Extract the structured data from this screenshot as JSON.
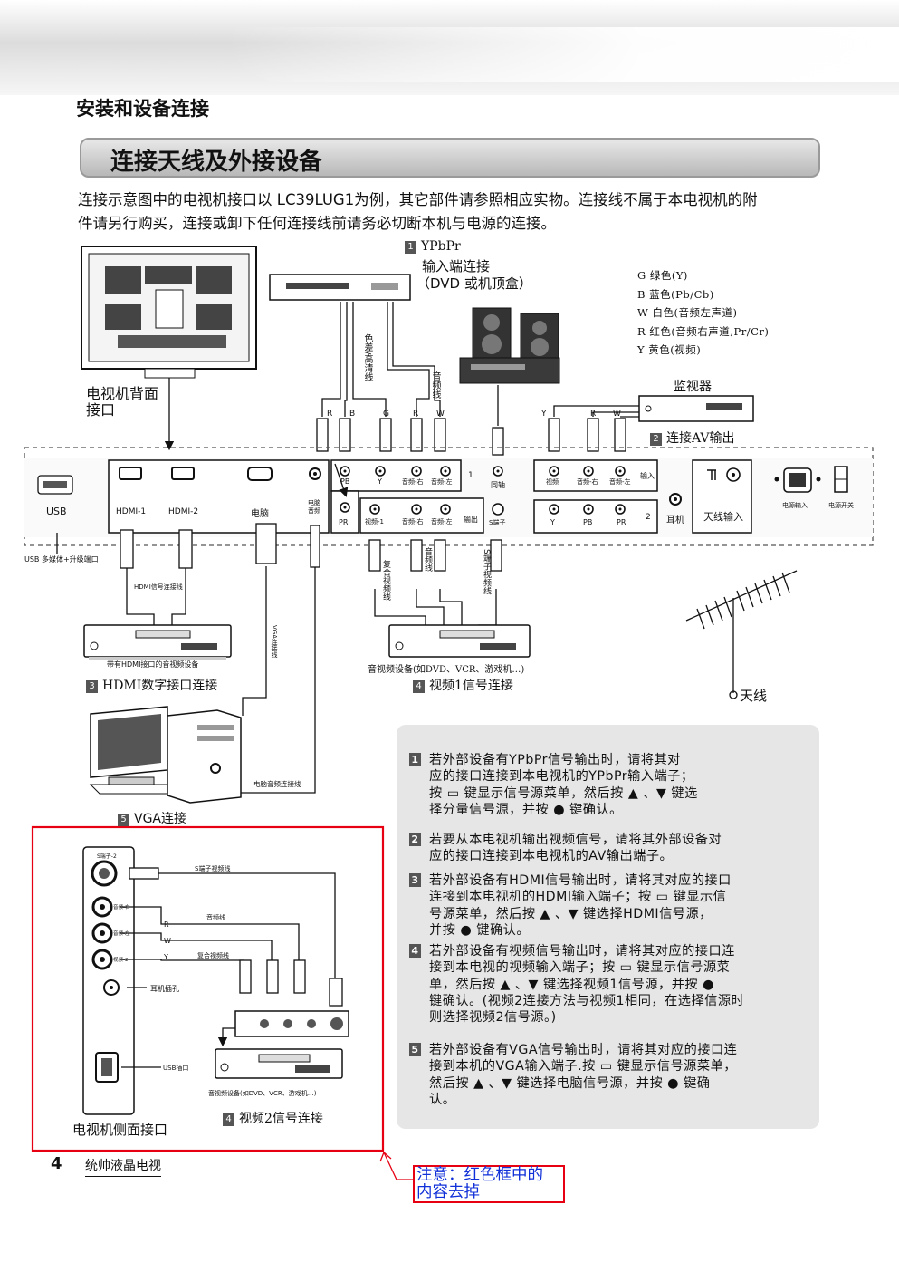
{
  "header": {
    "section": "安装和设备连接",
    "title": "连接天线及外接设备"
  },
  "intro": {
    "line1": "连接示意图中的电视机接口以 LC39LUG1为例，其它部件请参照相应实物。连接线不属于本电视机的附",
    "line2": "件请另行购买，连接或卸下任何连接线前请务必切断本机与电源的连接。"
  },
  "diagram": {
    "ypbpr_num": "1",
    "ypbpr_title": "YPbPr",
    "ypbpr_sub": "输入端连接",
    "ypbpr_dev": "（DVD 或机顶盒）",
    "legend": [
      "G 绿色(Y)",
      "B 蓝色(Pb/Cb)",
      "W 白色(音频左声道)",
      "R 红色(音频右声道,Pr/Cr)",
      "Y 黄色(视频)"
    ],
    "tv_back_1": "电视机背面",
    "tv_back_2": "接口",
    "monitor": "监视器",
    "av_out_num": "2",
    "av_out": "连接AV输出",
    "cable_component": "色差/高清线",
    "cable_audio": "音频线",
    "usb": "USB",
    "usb_note": "USB 多媒体+升级端口",
    "hdmi1": "HDMI-1",
    "hdmi2": "HDMI-2",
    "pc": "电脑",
    "pc_audio_1": "电脑",
    "pc_audio_2": "音频",
    "pb": "PB",
    "y": "Y",
    "aud_r": "音频-右",
    "aud_l": "音频-左",
    "one": "1",
    "coax": "同轴",
    "pr": "PR",
    "video1": "视频-1",
    "out": "输出",
    "s_video": "S端子",
    "video": "视频",
    "in": "输入",
    "two": "2",
    "earphone": "耳机",
    "antenna_in": "天线输入",
    "power_in": "电源输入",
    "power_sw": "电源开关",
    "hdmi_cable": "HDMI信号连接线",
    "hdmi_dev": "带有HDMI接口的音视频设备",
    "hdmi_num": "3",
    "hdmi_title": "HDMI数字接口连接",
    "vga_cable": "VGA连接线",
    "composite_cable": "复合视频线",
    "audio_cable": "音频线",
    "s_cable": "S端子视频线",
    "av_dev": "音视频设备(如DVD、VCR、游戏机…)",
    "video1_num": "4",
    "video1_title": "视频1信号连接",
    "antenna": "天线",
    "pc_audio_cable": "电脑音频连接线",
    "vga_num": "5",
    "vga_title": "VGA连接",
    "side_s": "S端子-2",
    "side_s_cable": "S端子视频线",
    "side_r": "音频-右",
    "side_audio": "音频线",
    "side_l": "音频-左",
    "side_comp": "复合视频线",
    "side_v": "视频-2",
    "side_ear": "耳机插孔",
    "side_usb": "USB插口",
    "side_dev": "音视频设备(如DVD、VCR、游戏机…)",
    "video2_num": "4",
    "video2_title": "视频2信号连接",
    "side_title": "电视机侧面接口",
    "mark_r": "R",
    "mark_b": "B",
    "mark_g": "G",
    "mark_w": "W",
    "mark_y": "Y"
  },
  "notes": [
    {
      "num": "1",
      "lines": [
        "若外部设备有YPbPr信号输出时，请将其对",
        "应的接口连接到本电视机的YPbPr输入端子；",
        "按 ▭ 键显示信号源菜单，然后按 ▲ 、▼ 键选",
        "择分量信号源，并按 ● 键确认。"
      ]
    },
    {
      "num": "2",
      "lines": [
        "若要从本电视机输出视频信号，请将其外部设备对",
        "应的接口连接到本电视机的AV输出端子。"
      ]
    },
    {
      "num": "3",
      "lines": [
        "若外部设备有HDMI信号输出时，请将其对应的接口",
        "连接到本电视机的HDMI输入端子；按 ▭ 键显示信",
        "号源菜单，然后按 ▲ 、▼ 键选择HDMI信号源，",
        "并按 ● 键确认。"
      ]
    },
    {
      "num": "4",
      "lines": [
        "若外部设备有视频信号输出时，请将其对应的接口连",
        "接到本电视的视频输入端子；按 ▭ 键显示信号源菜",
        "单，然后按 ▲ 、▼ 键选择视频1信号源，并按 ●",
        "键确认。(视频2连接方法与视频1相同，在选择信源时",
        "则选择视频2信号源。)"
      ]
    },
    {
      "num": "5",
      "lines": [
        "若外部设备有VGA信号输出时，请将其对应的接口连",
        "接到本机的VGA输入端子.按 ▭ 键显示信号源菜单，",
        "然后按 ▲ 、▼ 键选择电脑信号源，并按 ● 键确",
        "认。"
      ]
    }
  ],
  "footer": {
    "page": "4",
    "brand": "统帅液晶电视",
    "warning_1": "注意：红色框中的",
    "warning_2": "内容去掉"
  }
}
